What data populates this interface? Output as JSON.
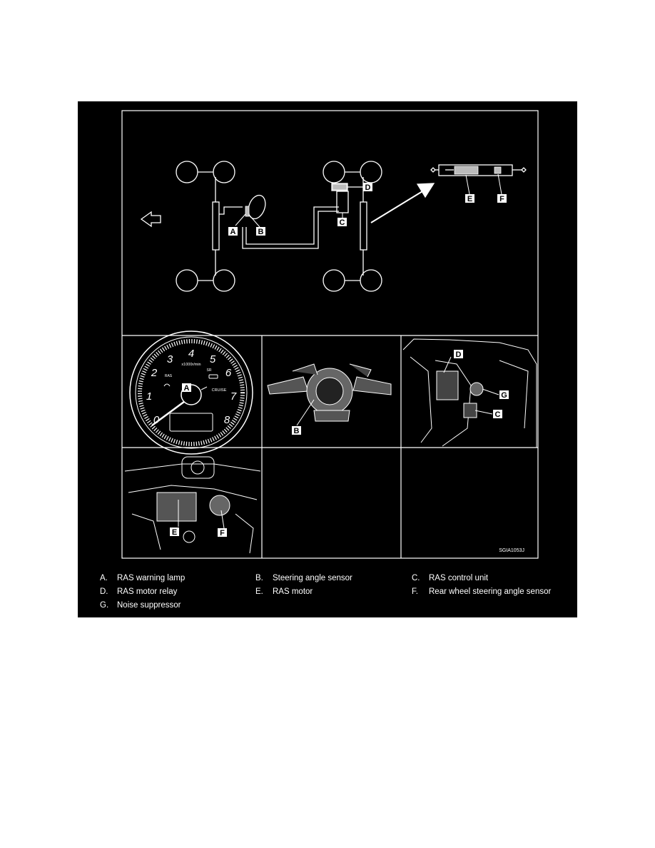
{
  "callouts": {
    "a": "A",
    "b": "B",
    "c": "C",
    "d": "D",
    "e": "E",
    "f": "F",
    "g": "G"
  },
  "gauge": {
    "ticks": [
      "0",
      "1",
      "2",
      "3",
      "4",
      "5",
      "6",
      "7",
      "8"
    ],
    "unit": "x1000r/min",
    "indicator_ras": "RAS",
    "indicator_sr": "SR",
    "indicator_cruise": "CRUISE"
  },
  "figure_code": "SGIA1053J",
  "legend": [
    {
      "letter": "A.",
      "text": "RAS warning lamp"
    },
    {
      "letter": "B.",
      "text": "Steering angle sensor"
    },
    {
      "letter": "C.",
      "text": "RAS control unit"
    },
    {
      "letter": "D.",
      "text": "RAS motor relay"
    },
    {
      "letter": "E.",
      "text": "RAS motor"
    },
    {
      "letter": "F.",
      "text": "Rear wheel steering angle sensor"
    },
    {
      "letter": "G.",
      "text": "Noise suppressor"
    }
  ],
  "colors": {
    "background": "#000000",
    "line": "#ffffff",
    "page": "#ffffff"
  }
}
